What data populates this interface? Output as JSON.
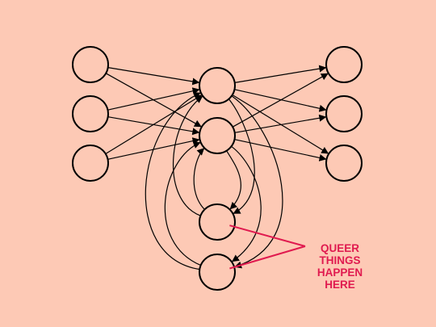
{
  "annotation": {
    "lines": [
      "QUEER",
      "THINGS",
      "HAPPEN",
      "HERE"
    ],
    "color": "#e01a4f"
  },
  "diagram": {
    "background": "#fdc9b5",
    "nodes": [
      "in1",
      "in2",
      "in3",
      "h1",
      "h2",
      "out1",
      "out2",
      "out3",
      "loop1",
      "loop2"
    ],
    "edges": [
      [
        "in1",
        "h1"
      ],
      [
        "in1",
        "h2"
      ],
      [
        "in2",
        "h1"
      ],
      [
        "in2",
        "h2"
      ],
      [
        "in3",
        "h1"
      ],
      [
        "in3",
        "h2"
      ],
      [
        "h1",
        "out1"
      ],
      [
        "h1",
        "out2"
      ],
      [
        "h1",
        "out3"
      ],
      [
        "h2",
        "out1"
      ],
      [
        "h2",
        "out2"
      ],
      [
        "h2",
        "out3"
      ],
      [
        "h1",
        "loop1"
      ],
      [
        "h1",
        "loop2"
      ],
      [
        "h2",
        "loop1"
      ],
      [
        "h2",
        "loop2"
      ],
      [
        "loop1",
        "h1"
      ],
      [
        "loop1",
        "h2"
      ],
      [
        "loop2",
        "h1"
      ],
      [
        "loop2",
        "h2"
      ]
    ],
    "callout_targets": [
      "loop1",
      "loop2"
    ]
  }
}
